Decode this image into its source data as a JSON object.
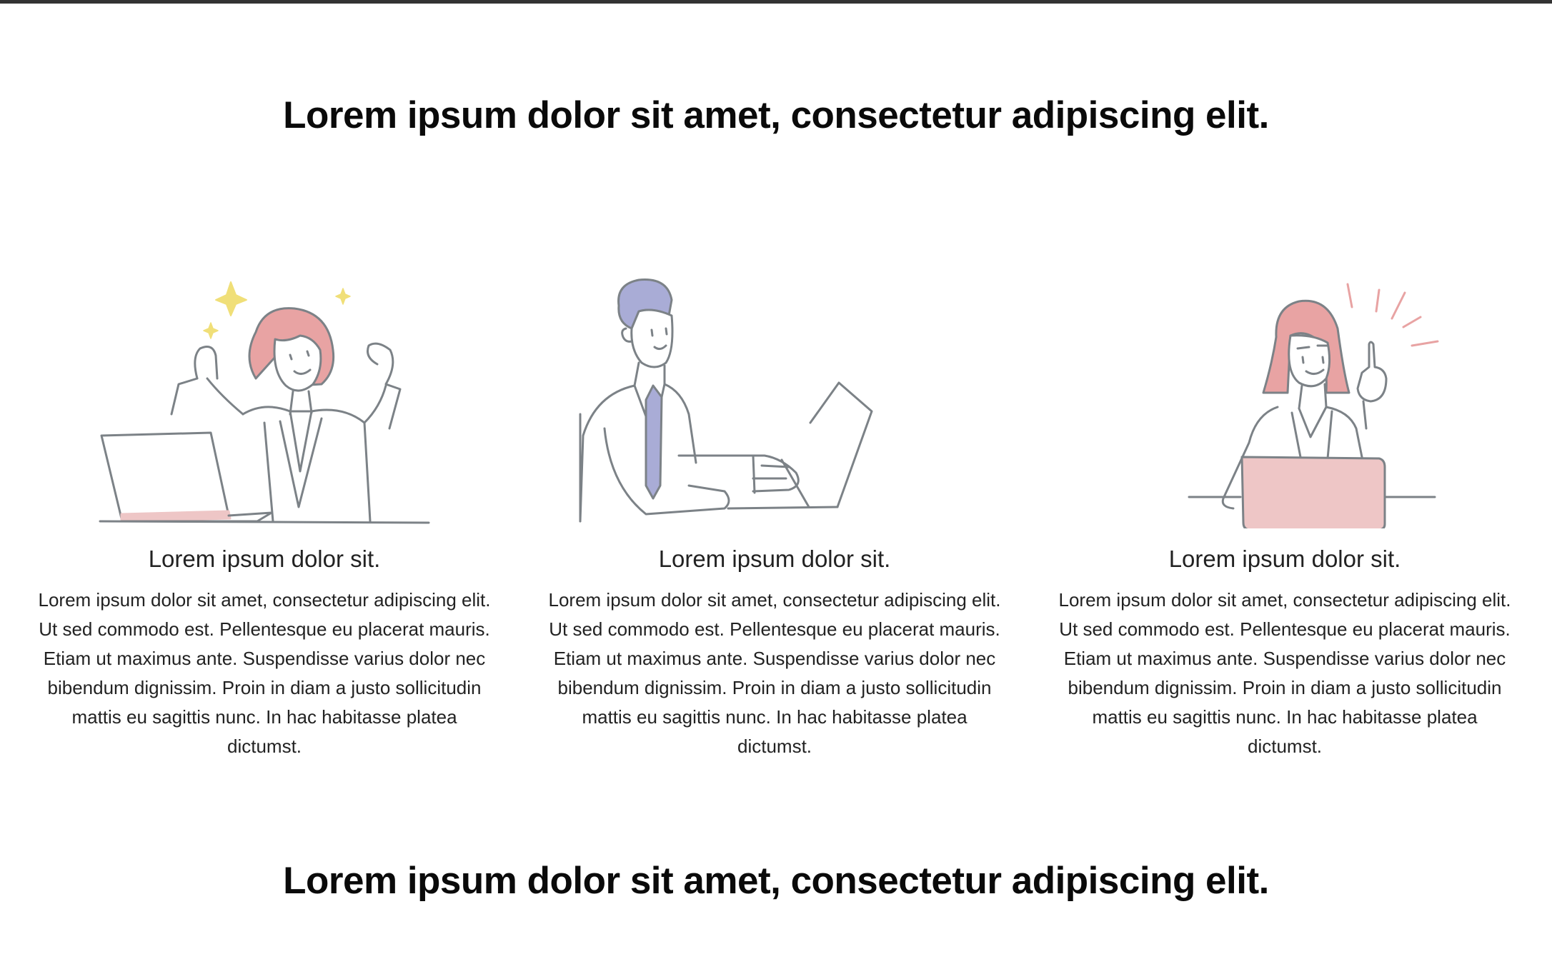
{
  "section": {
    "heading_top": "Lorem ipsum dolor sit amet, consectetur adipiscing elit.",
    "heading_bottom": "Lorem ipsum dolor sit amet, consectetur adipiscing elit."
  },
  "cards": [
    {
      "title": "Lorem ipsum dolor sit.",
      "body": "Lorem ipsum dolor sit amet, consectetur adipiscing elit. Ut sed commodo est. Pellentesque eu placerat mauris. Etiam ut maximus ante. Suspendisse varius dolor nec bibendum dignissim. Proin in diam a justo sollicitudin mattis eu sagittis nunc. In hac habitasse platea dictumst.",
      "illustration": "woman-celebrating-at-laptop-icon"
    },
    {
      "title": "Lorem ipsum dolor sit.",
      "body": "Lorem ipsum dolor sit amet, consectetur adipiscing elit. Ut sed commodo est. Pellentesque eu placerat mauris. Etiam ut maximus ante. Suspendisse varius dolor nec bibendum dignissim. Proin in diam a justo sollicitudin mattis eu sagittis nunc. In hac habitasse platea dictumst.",
      "illustration": "man-typing-on-laptop-icon"
    },
    {
      "title": "Lorem ipsum dolor sit.",
      "body": "Lorem ipsum dolor sit amet, consectetur adipiscing elit. Ut sed commodo est. Pellentesque eu placerat mauris. Etiam ut maximus ante. Suspendisse varius dolor nec bibendum dignissim. Proin in diam a justo sollicitudin mattis eu sagittis nunc. In hac habitasse platea dictumst.",
      "illustration": "woman-with-idea-at-laptop-icon"
    }
  ],
  "colors": {
    "line": "#7c8287",
    "pink": "#eec6c6",
    "pink_hair": "#e8a3a3",
    "blue_hair": "#a9acd6",
    "tie": "#a9acd6",
    "sparkle": "#f0df78",
    "heading": "#0a0a0a",
    "text": "#222222"
  }
}
